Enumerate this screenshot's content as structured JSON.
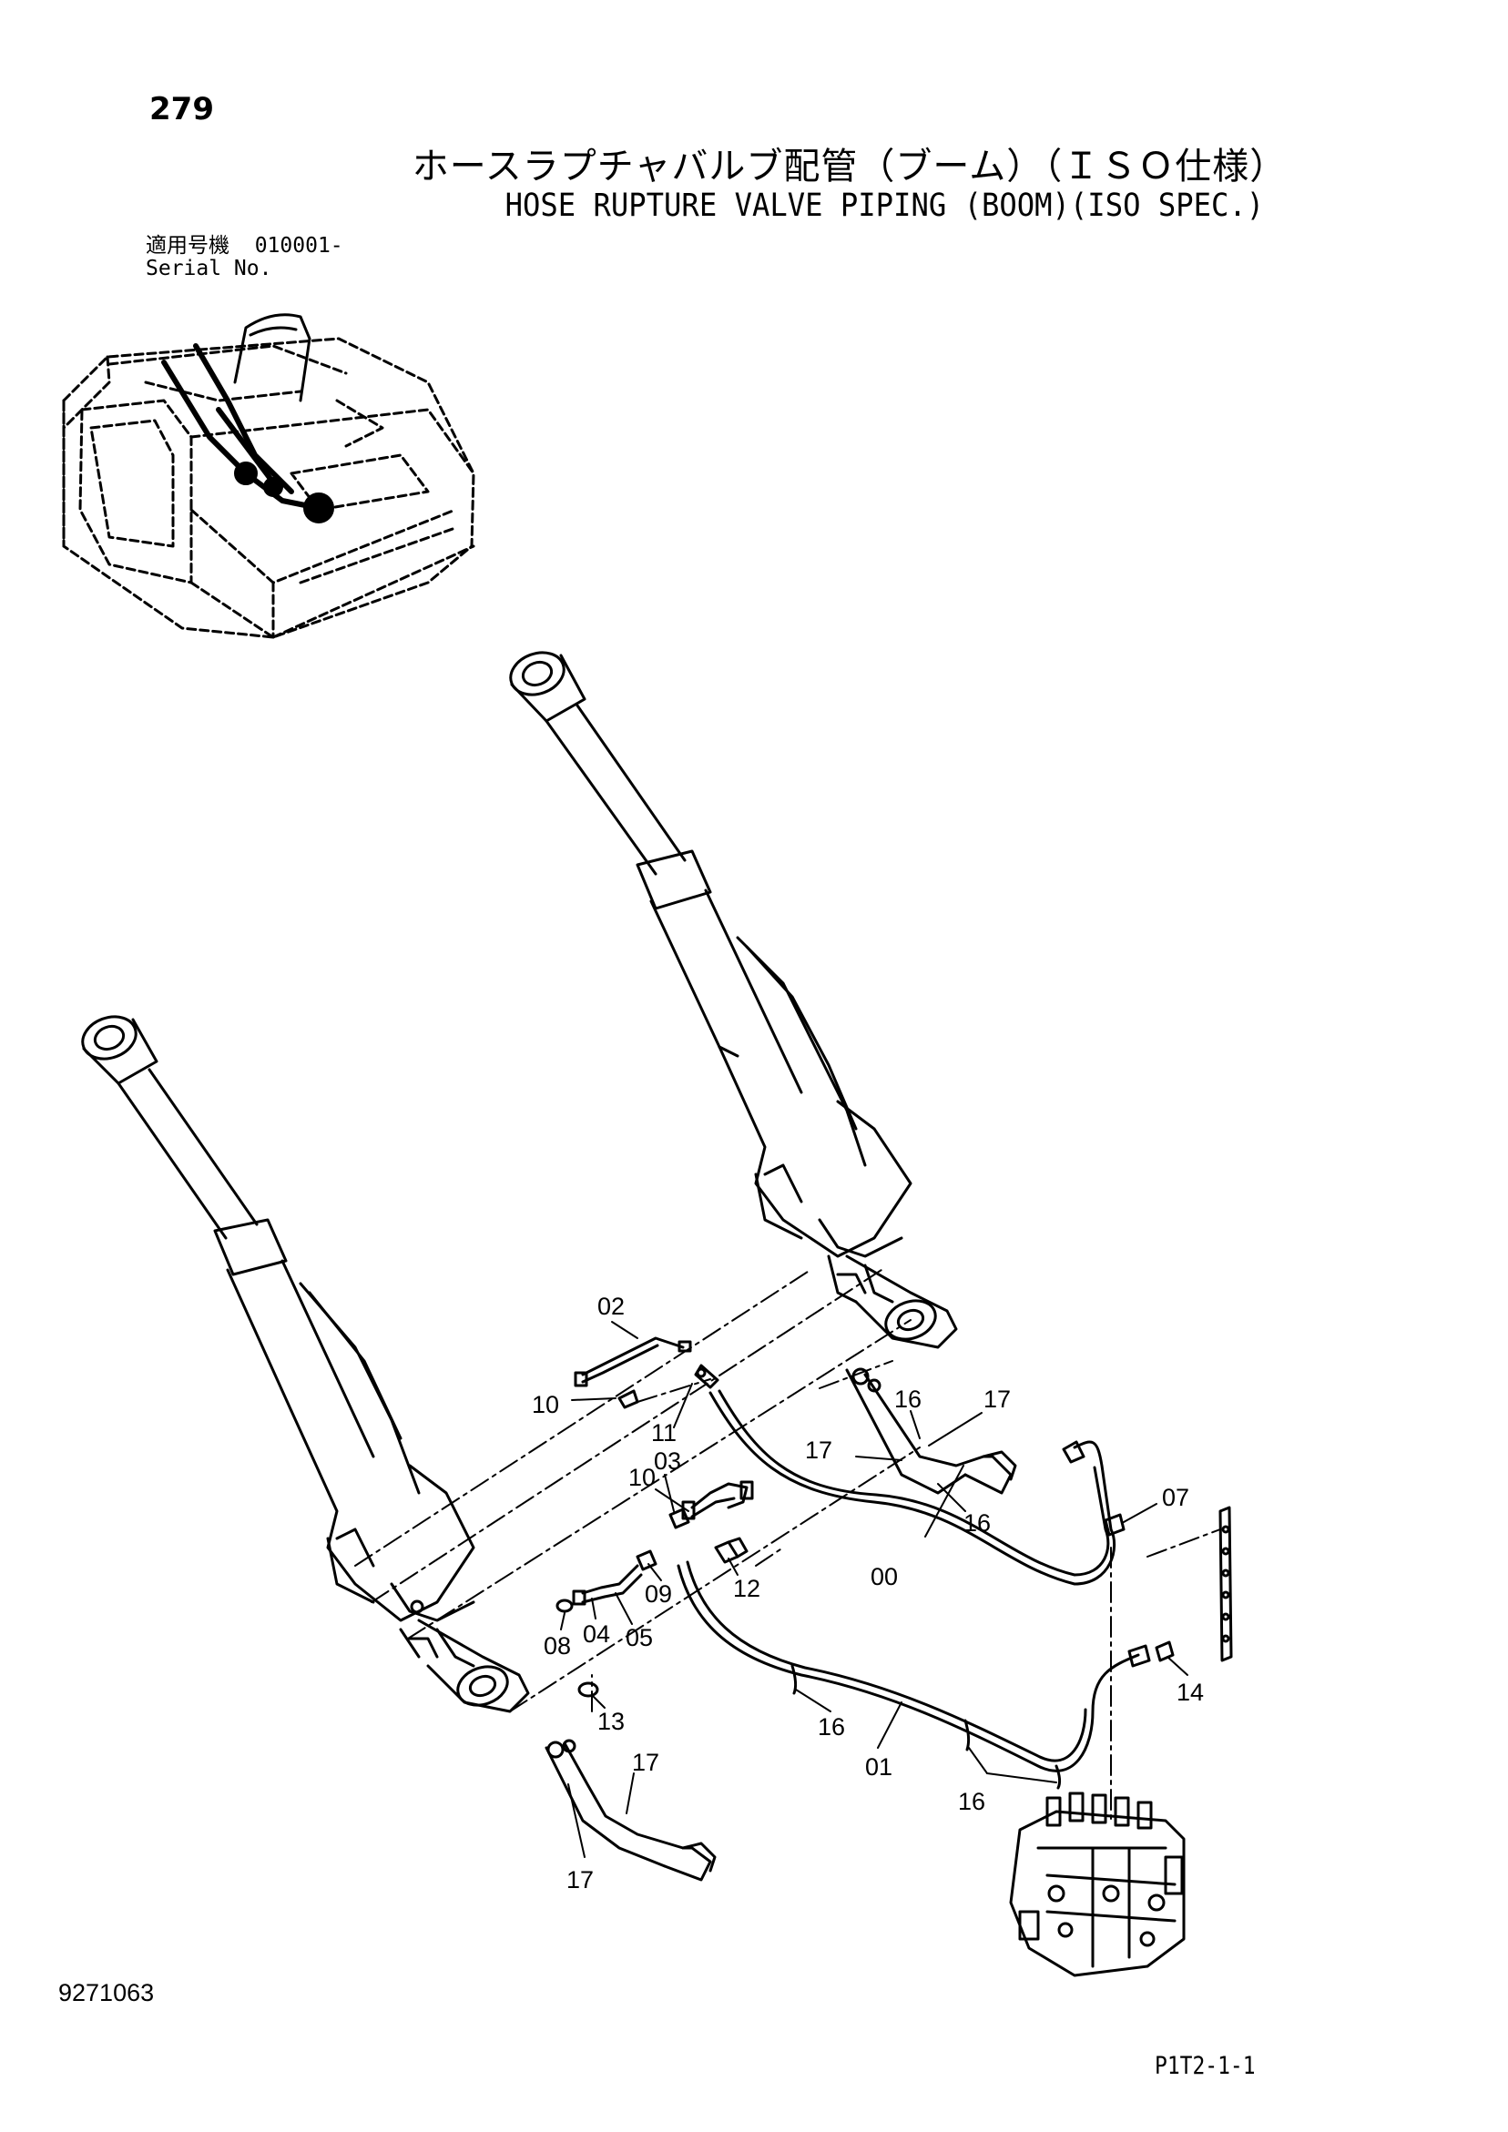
{
  "header": {
    "page_number": "279",
    "title_jp": "ホースラプチャバルブ配管（ブーム）（ＩＳＯ仕様）",
    "title_en": "HOSE RUPTURE VALVE PIPING (BOOM)(ISO SPEC.)"
  },
  "serial": {
    "label_jp": "適用号機",
    "value": "010001-",
    "label_en": "Serial No."
  },
  "footer": {
    "doc_number": "9271063",
    "page_ref": "P1T2-1-1"
  },
  "callouts": [
    "02",
    "10",
    "11",
    "03",
    "10",
    "09",
    "12",
    "08",
    "04",
    "05",
    "13",
    "16",
    "17",
    "17",
    "16",
    "00",
    "07",
    "14",
    "16",
    "01",
    "16",
    "17",
    "17"
  ]
}
